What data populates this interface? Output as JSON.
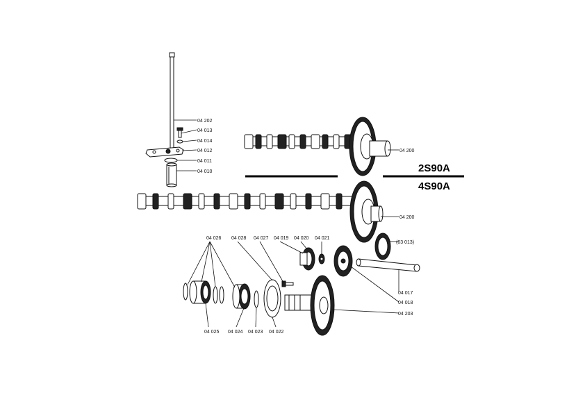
{
  "models": {
    "upper": "2S90A",
    "lower": "4S90A"
  },
  "part_labels": {
    "p04202": "04 202",
    "p04013": "04 013",
    "p04014": "04 014",
    "p04012": "04 012",
    "p04011": "04 011",
    "p04010": "04 010",
    "p04200_upper": "04 200",
    "p04200_lower": "04 200",
    "p03013": "(03 013)",
    "p04017": "04 017",
    "p04018": "04 018",
    "p04203": "04 203",
    "p04026": "04 026",
    "p04028": "04 028",
    "p04027": "04 027",
    "p04019": "04 019",
    "p04020": "04 020",
    "p04021": "04 021",
    "p04025": "04 025",
    "p04024": "04 024",
    "p04023": "04 023",
    "p04022": "04 022"
  },
  "colors": {
    "ink": "#111111",
    "background": "#ffffff"
  }
}
